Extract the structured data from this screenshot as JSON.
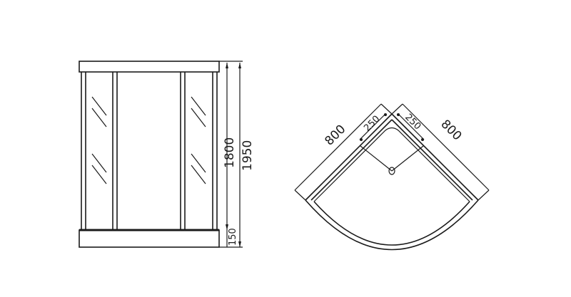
{
  "front_view": {
    "dimensions": {
      "door_height": "1800",
      "total_height": "1950",
      "tray_height": "150"
    }
  },
  "top_view": {
    "dimensions": {
      "left_side": "800",
      "right_side": "800",
      "drain_offset_left": "250",
      "drain_offset_right": "250"
    }
  }
}
